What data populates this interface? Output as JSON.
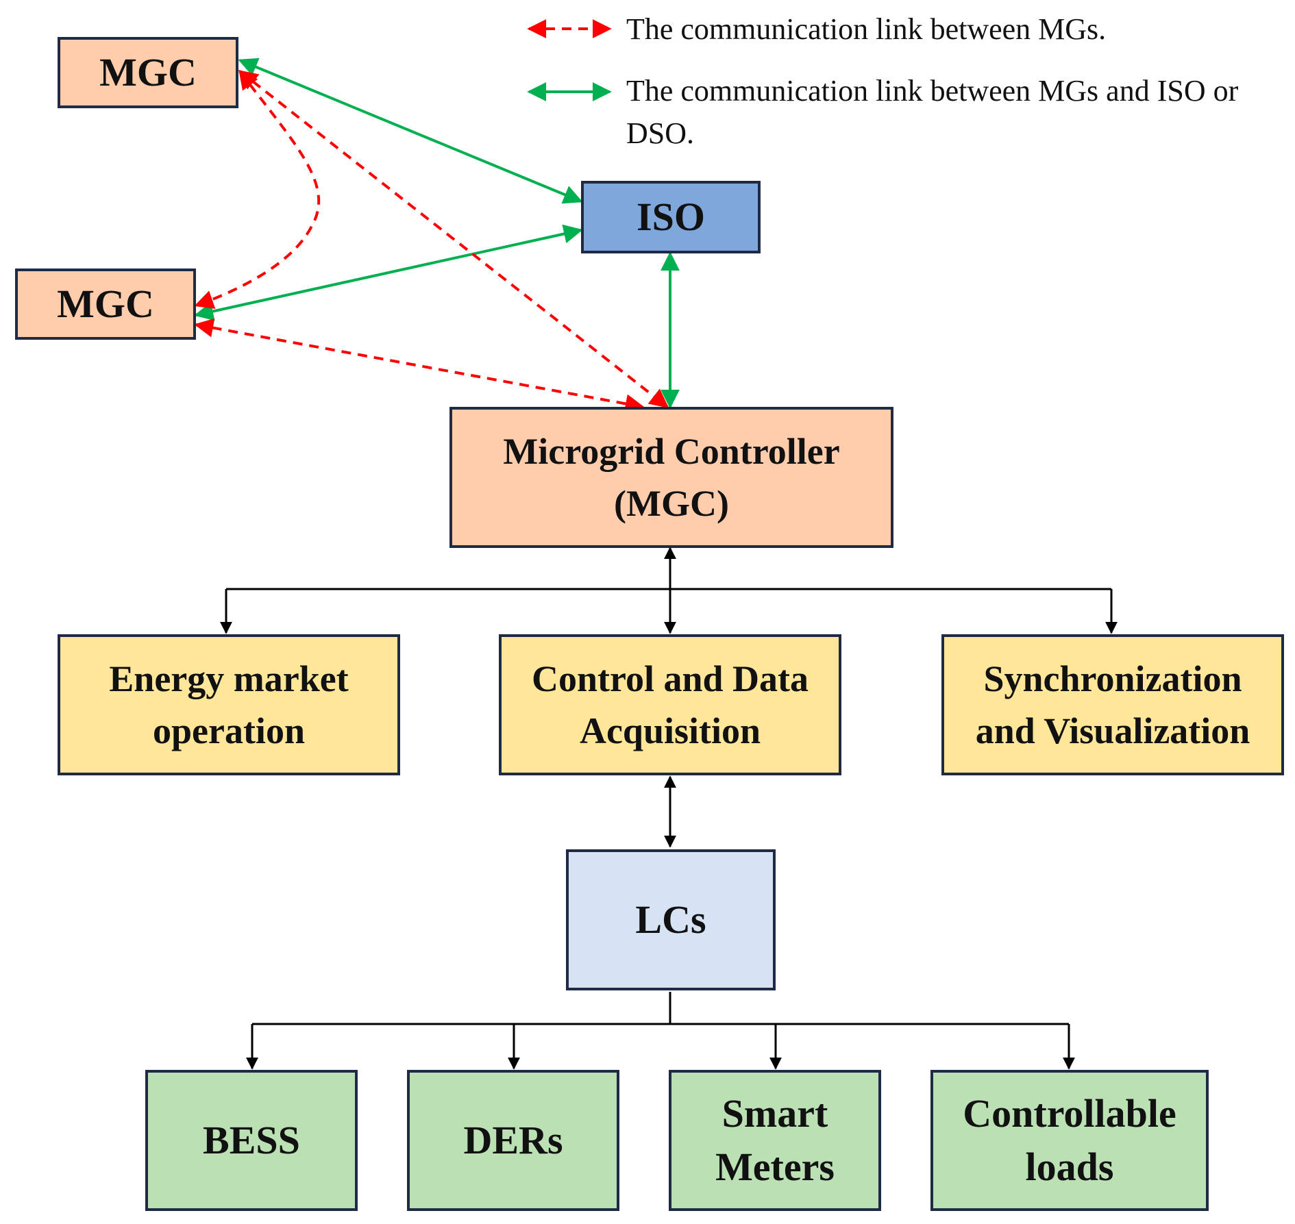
{
  "legend": {
    "red_label": "The communication link between MGs.",
    "green_label": "The communication link between MGs and ISO or DSO."
  },
  "colors": {
    "red_link": "#ff0000",
    "green_link": "#00b050",
    "tree_link": "#000000",
    "orange_fill": "#ffcdab",
    "blue_fill": "#7fa7dc",
    "yellow_fill": "#ffe699",
    "lightblue_fill": "#d6e3f4",
    "green_fill": "#bbe0b4",
    "box_border": "#1f2a44"
  },
  "nodes": {
    "mgc_top": "MGC",
    "mgc_left": "MGC",
    "iso": "ISO",
    "microgrid_controller": "Microgrid Controller\n(MGC)",
    "energy_market": "Energy market\noperation",
    "control_data": "Control and Data\nAcquisition",
    "sync_vis": "Synchronization\nand Visualization",
    "lcs": "LCs",
    "bess": "BESS",
    "ders": "DERs",
    "smart_meters": "Smart\nMeters",
    "controllable_loads": "Controllable\nloads"
  }
}
